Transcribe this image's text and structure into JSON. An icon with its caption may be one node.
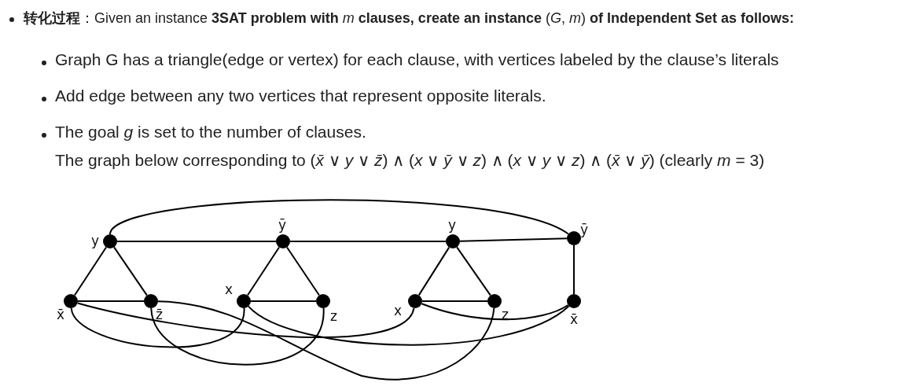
{
  "diagram": {
    "nodes": [
      {
        "text": [],
        "shape": "circle",
        "beside": [
          "y"
        ]
      },
      {
        "text": [],
        "shape": "circle",
        "beside": [
          "x̄"
        ]
      },
      {
        "text": [],
        "shape": "circle",
        "beside": [
          "z̄"
        ]
      },
      {
        "text": [],
        "shape": "circle",
        "beside": [
          "ȳ"
        ]
      },
      {
        "text": [],
        "shape": "circle",
        "beside": [
          "x"
        ]
      },
      {
        "text": [],
        "shape": "circle",
        "beside": [
          "z"
        ]
      },
      {
        "text": [],
        "shape": "circle",
        "beside": [
          "y"
        ]
      },
      {
        "text": [],
        "shape": "circle",
        "beside": [
          "x"
        ]
      },
      {
        "text": [],
        "shape": "circle",
        "beside": [
          "z"
        ]
      },
      {
        "text": [],
        "shape": "circle",
        "beside": [
          "ȳ"
        ]
      },
      {
        "text": [],
        "shape": "circle",
        "beside": [
          "x̄"
        ]
      }
    ],
    "edges": [
      {
        "from": 0,
        "to": 1,
        "arrow": "none"
      },
      {
        "from": 0,
        "to": 2,
        "arrow": "none"
      },
      {
        "from": 1,
        "to": 2,
        "arrow": "none"
      },
      {
        "from": 3,
        "to": 4,
        "arrow": "none"
      },
      {
        "from": 3,
        "to": 5,
        "arrow": "none"
      },
      {
        "from": 4,
        "to": 5,
        "arrow": "none"
      },
      {
        "from": 6,
        "to": 7,
        "arrow": "none"
      },
      {
        "from": 6,
        "to": 8,
        "arrow": "none"
      },
      {
        "from": 7,
        "to": 8,
        "arrow": "none"
      },
      {
        "from": 9,
        "to": 10,
        "arrow": "none"
      },
      {
        "from": 0,
        "to": 3,
        "arrow": "none"
      },
      {
        "from": 3,
        "to": 6,
        "arrow": "none"
      },
      {
        "from": 6,
        "to": 9,
        "arrow": "none"
      },
      {
        "from": 0,
        "to": 9,
        "arrow": "none"
      },
      {
        "from": 1,
        "to": 4,
        "arrow": "none"
      },
      {
        "from": 1,
        "to": 7,
        "arrow": "none"
      },
      {
        "from": 2,
        "to": 5,
        "arrow": "none"
      },
      {
        "from": 2,
        "to": 8,
        "arrow": "none"
      },
      {
        "from": 4,
        "to": 10,
        "arrow": "none"
      },
      {
        "from": 7,
        "to": 10,
        "arrow": "none"
      }
    ],
    "labels": [
      "**转化过程**：Given an instance **3SAT problem with** *m* **clauses, create an instance** (*G*, *m*) **of Independent Set as follows:**",
      "Graph G has a triangle(edge or vertex) for each clause, with vertices labeled by the clause’s literals",
      "Add edge between any two vertices that represent opposite literals.",
      "The goal *g* is set to the number of clauses.",
      "The graph below corresponding to (*x̄* ∨ *y* ∨ *z̄*) ∧ (*x* ∨ *ȳ* ∨ *z*) ∧ (*x* ∨ *y* ∨ *z*) ∧ (*x̄* ∨ *ȳ*) (clearly *m* = 3)"
    ]
  }
}
